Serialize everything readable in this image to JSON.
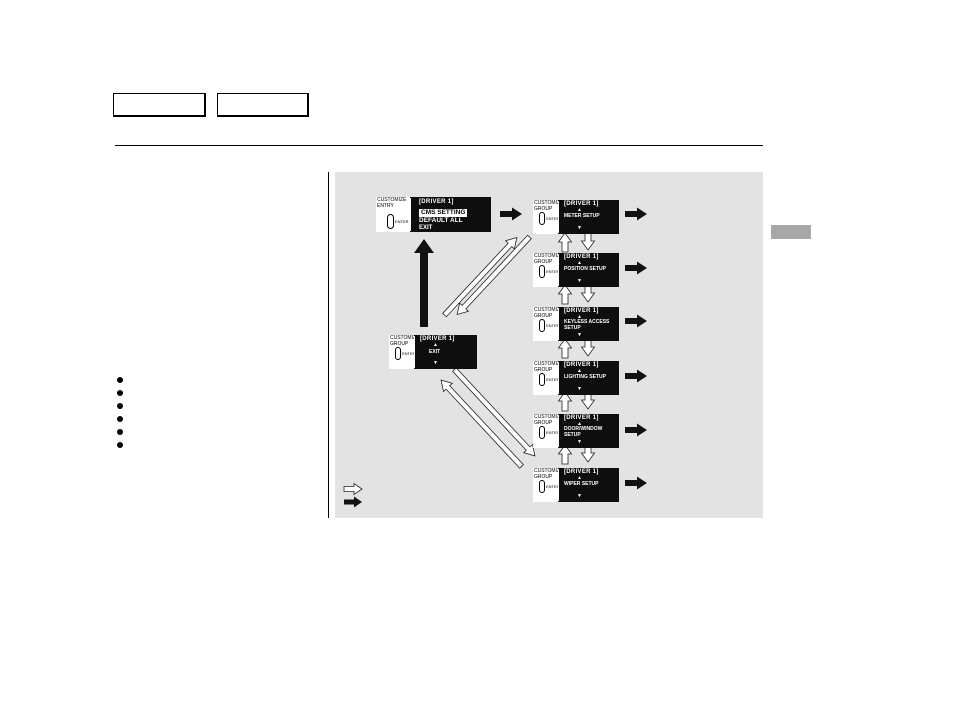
{
  "main_screen": {
    "label": "CUSTOMIZE\nENTRY",
    "enter": "ENTER",
    "title": "[DRIVER 1]",
    "options": [
      "CMS SETTING",
      "DEFAULT ALL",
      "EXIT"
    ]
  },
  "exit_screen": {
    "label": "CUSTOMIZE\nGROUP",
    "enter": "ENTER",
    "title": "[DRIVER 1]",
    "item": "EXIT"
  },
  "group_screens": [
    {
      "label": "CUSTOMIZE\nGROUP",
      "enter": "ENTER",
      "title": "[DRIVER 1]",
      "item": "METER SETUP"
    },
    {
      "label": "CUSTOMIZE\nGROUP",
      "enter": "ENTER",
      "title": "[DRIVER 1]",
      "item": "POSITION SETUP"
    },
    {
      "label": "CUSTOMIZE\nGROUP",
      "enter": "ENTER",
      "title": "[DRIVER 1]",
      "item": "KEYLESS ACCESS\nSETUP"
    },
    {
      "label": "CUSTOMIZE\nGROUP",
      "enter": "ENTER",
      "title": "[DRIVER 1]",
      "item": "LIGHTING SETUP"
    },
    {
      "label": "CUSTOMIZE\nGROUP",
      "enter": "ENTER",
      "title": "[DRIVER 1]",
      "item": "DOOR/WINDOW\nSETUP"
    },
    {
      "label": "CUSTOMIZE\nGROUP",
      "enter": "ENTER",
      "title": "[DRIVER 1]",
      "item": "WIPER SETUP"
    }
  ],
  "glyphs": {
    "up": "▲",
    "down": "▼"
  }
}
